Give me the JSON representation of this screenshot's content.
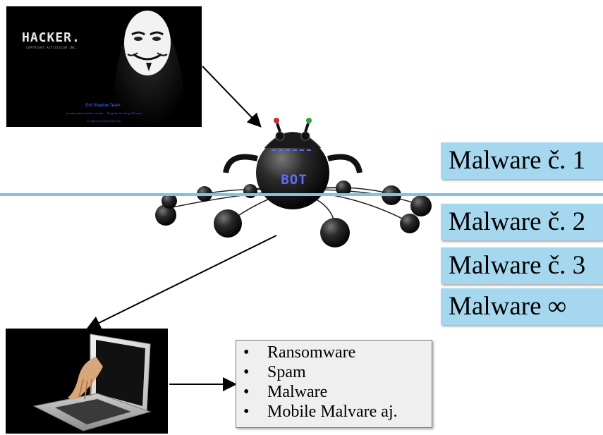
{
  "hacker_image": {
    "title": "HACKER.",
    "copyright": "COPYRIGHT          ACTIVISION INC.",
    "team": "Evil Shadow Team..",
    "line2": "Unsafe system will be hacked ... Blog:http://0x.blog.163.com/",
    "line3": "E-mail:0x.sec@Gmail.com"
  },
  "bot_label": "BOT",
  "malware_boxes": [
    "Malware č. 1",
    "Malware č. 2",
    "Malware č. 3",
    "Malware ∞"
  ],
  "list": {
    "items": [
      "Ransomware",
      "Spam",
      "Malware",
      "Mobile Malvare aj."
    ],
    "bullet": "•"
  },
  "colors": {
    "box_fill": "#a5d7ef",
    "line": "#7fc3e0",
    "list_fill": "#efefef",
    "bot_text": "#5b6dff"
  }
}
